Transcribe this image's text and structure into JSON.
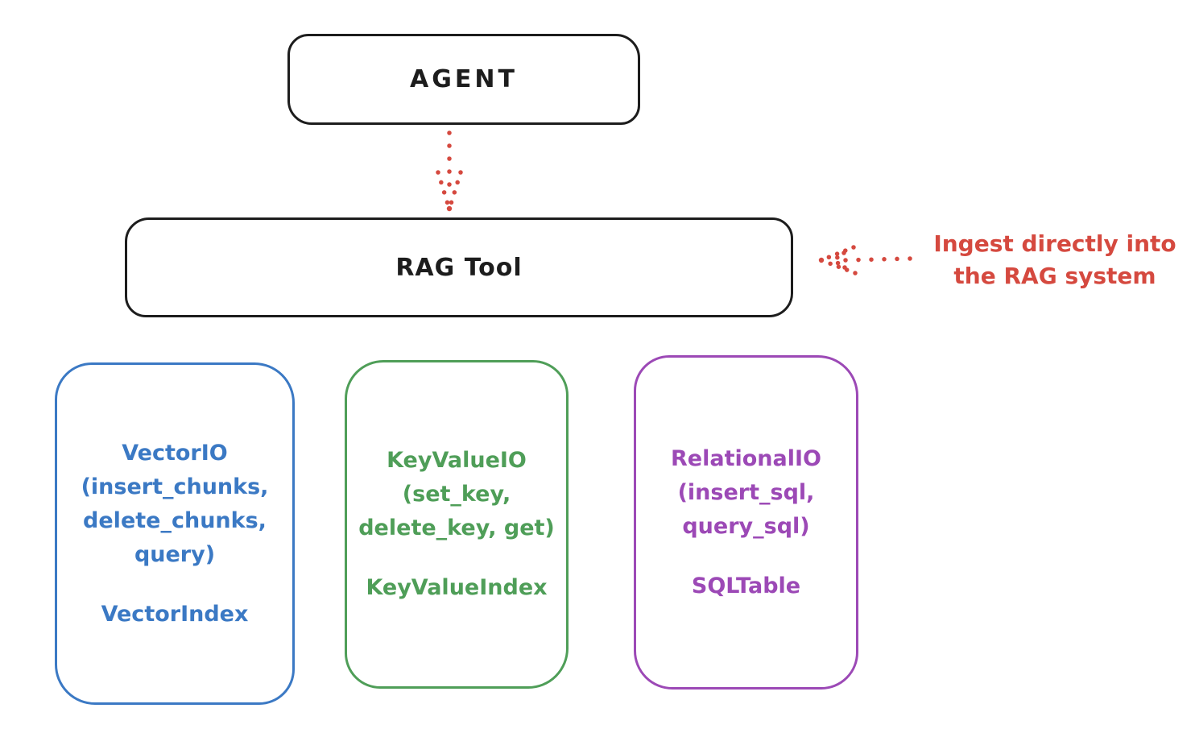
{
  "agent_box": {
    "label": "AGENT"
  },
  "rag_box": {
    "label": "RAG Tool"
  },
  "annotation": {
    "lines": [
      "Ingest directly into",
      "the RAG system"
    ],
    "color": "#d5493f"
  },
  "backends": [
    {
      "id": "vector-io",
      "color": "#3b79c4",
      "lines": [
        "VectorIO",
        "(insert_chunks,",
        "delete_chunks,",
        "query)"
      ],
      "index_label": "VectorIndex"
    },
    {
      "id": "keyvalue-io",
      "color": "#4f9e58",
      "lines": [
        "KeyValueIO",
        "(set_key,",
        "delete_key, get)"
      ],
      "index_label": "KeyValueIndex"
    },
    {
      "id": "relational-io",
      "color": "#9c49b6",
      "lines": [
        "RelationalIO",
        "(insert_sql,",
        "query_sql)"
      ],
      "index_label": "SQLTable"
    }
  ],
  "colors": {
    "stroke": "#1d1d1d",
    "arrow_red": "#d5493f",
    "background": "#ffffff"
  }
}
